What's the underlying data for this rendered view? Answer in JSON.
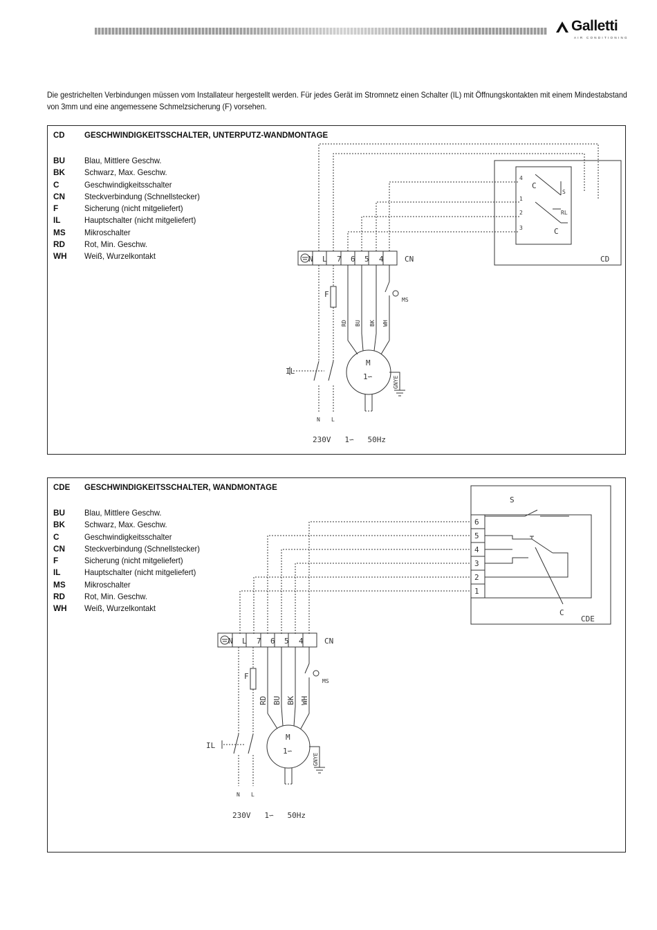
{
  "brand": {
    "name": "Galletti",
    "tagline": "AIR CONDITIONING"
  },
  "intro_text": "Die gestrichelten Verbindungen müssen vom Installateur hergestellt werden. Für jedes Gerät im Stromnetz einen Schalter (IL) mit Öffnungskontakten mit einem Mindestabstand von 3mm und eine angemessene Schmelzsicherung (F) vorsehen.",
  "panel1": {
    "code": "CD",
    "title": "GESCHWINDIGKEITSSCHALTER,  UNTERPUTZ-WANDMONTAGE",
    "legend": [
      {
        "key": "BU",
        "value": "Blau, Mittlere Geschw."
      },
      {
        "key": "BK",
        "value": "Schwarz, Max. Geschw."
      },
      {
        "key": "C",
        "value": "Geschwindigkeitsschalter"
      },
      {
        "key": "CN",
        "value": "Steckverbindung (Schnellstecker)"
      },
      {
        "key": "F",
        "value": "Sicherung (nicht mitgeliefert)"
      },
      {
        "key": "IL",
        "value": "Hauptschalter (nicht mitgeliefert)"
      },
      {
        "key": "MS",
        "value": "Mikroschalter"
      },
      {
        "key": "RD",
        "value": "Rot, Min. Geschw."
      },
      {
        "key": "WH",
        "value": "Weiß, Wurzelkontakt"
      }
    ],
    "diagram": {
      "terminals": [
        "N",
        "L",
        "7",
        "6",
        "5",
        "4"
      ],
      "connector_label": "CN",
      "switch_box_label": "CD",
      "switch_pins": [
        "4",
        "1",
        "2",
        "3"
      ],
      "switch_labels": [
        "C",
        "S",
        "RL",
        "C"
      ],
      "wires": [
        "RD",
        "BU",
        "BK",
        "WH"
      ],
      "fuse_label": "F",
      "micro_label": "MS",
      "main_switch_label": "IL",
      "motor_label": "M",
      "motor_phase": "1∽",
      "ground_label": "GNYE",
      "supply_n": "N",
      "supply_l": "L",
      "supply": "230V   1∽   50Hz"
    }
  },
  "panel2": {
    "code": "CDE",
    "title": "GESCHWINDIGKEITSSCHALTER,  WANDMONTAGE",
    "legend": [
      {
        "key": "BU",
        "value": "Blau, Mittlere Geschw."
      },
      {
        "key": "BK",
        "value": "Schwarz, Max. Geschw."
      },
      {
        "key": "C",
        "value": "Geschwindigkeitsschalter"
      },
      {
        "key": "CN",
        "value": "Steckverbindung (Schnellstecker)"
      },
      {
        "key": "F",
        "value": "Sicherung (nicht mitgeliefert)"
      },
      {
        "key": "IL",
        "value": "Hauptschalter (nicht mitgeliefert)"
      },
      {
        "key": "MS",
        "value": "Mikroschalter"
      },
      {
        "key": "RD",
        "value": "Rot, Min. Geschw."
      },
      {
        "key": "WH",
        "value": "Weiß, Wurzelkontakt"
      }
    ],
    "diagram": {
      "terminals": [
        "N",
        "L",
        "7",
        "6",
        "5",
        "4"
      ],
      "connector_label": "CN",
      "switch_box_label": "CDE",
      "switch_pins": [
        "6",
        "5",
        "4",
        "3",
        "2",
        "1"
      ],
      "switch_labels": [
        "S",
        "C"
      ],
      "wires": [
        "RD",
        "BU",
        "BK",
        "WH"
      ],
      "fuse_label": "F",
      "micro_label": "MS",
      "main_switch_label": "IL",
      "motor_label": "M",
      "motor_phase": "1∽",
      "ground_label": "GNYE",
      "supply_n": "N",
      "supply_l": "L",
      "supply": "230V   1∽   50Hz"
    }
  }
}
